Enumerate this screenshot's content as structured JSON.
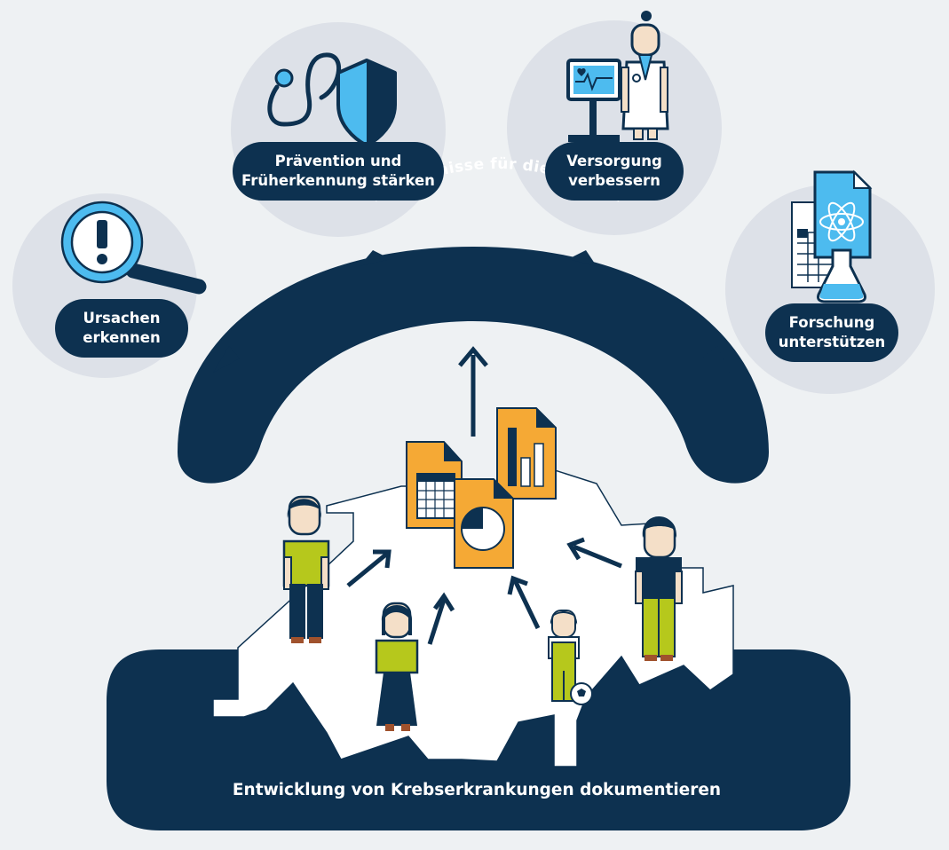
{
  "goals": [
    {
      "id": "ursachen",
      "line1": "Ursachen",
      "line2": "erkennen",
      "icon": "magnifier-exclamation-icon"
    },
    {
      "id": "praevention",
      "line1": "Prävention und",
      "line2": "Früherkennung stärken",
      "icon": "stethoscope-shield-icon"
    },
    {
      "id": "versorgung",
      "line1": "Versorgung",
      "line2": "verbessern",
      "icon": "doctor-monitor-icon"
    },
    {
      "id": "forschung",
      "line1": "Forschung",
      "line2": "unterstützen",
      "icon": "research-documents-flask-icon"
    }
  ],
  "arch_label": "Erkenntnisse für die Zukunft",
  "base_label": "Entwicklung von Krebserkrankungen dokumentieren",
  "colors": {
    "navy": "#0d3150",
    "orange": "#f5a935",
    "lime": "#b6c81c",
    "blue": "#4dbbef",
    "circle": "#dde1e8",
    "background": "#eef1f3"
  }
}
